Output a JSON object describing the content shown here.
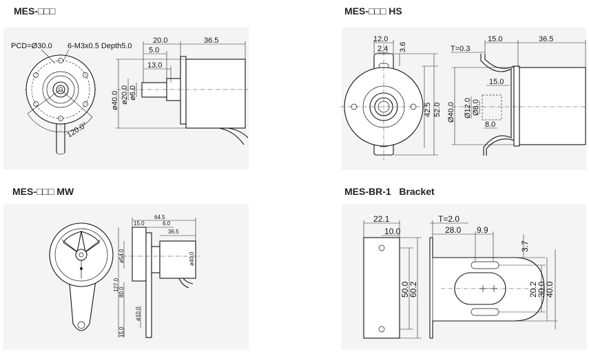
{
  "panels": {
    "mes": {
      "title": "MES-□□□",
      "labels": {
        "pcd": "PCD=Ø30.0",
        "holes": "6-M3x0.5 Depth5.0",
        "d20": "20.0",
        "d365": "36.5",
        "d50": "5.0",
        "d130": "13.0",
        "phi40": "ø40.0",
        "phi20": "ø20.0",
        "phi6": "ø6.0",
        "angle": "120.0°"
      }
    },
    "hs": {
      "title": "MES-□□□ HS",
      "labels": {
        "d120": "12.0",
        "d24": "2.4",
        "d36": "3.6",
        "d425": "42.5",
        "d520": "52.0",
        "t": "T=0.3",
        "d150a": "15.0",
        "d365": "36.5",
        "d150b": "15.0",
        "phi40": "Ø40.0",
        "phi12": "Ø12.0",
        "phi8": "Ø8.0",
        "d80": "8.0"
      }
    },
    "mw": {
      "title": "MES-□□□ MW",
      "labels": {
        "d645": "64.5",
        "d150": "15.0",
        "d60": "6.0",
        "d365": "36.5",
        "phi40": "ø40.0",
        "phi54": "ø54.0",
        "d1270": "127.0",
        "d800": "80.0",
        "phi10": "ø10.0",
        "d150b": "15.0"
      }
    },
    "br": {
      "title": "MES-BR-1   Bracket",
      "labels": {
        "d221": "22.1",
        "d100": "10.0",
        "t": "T=2.0",
        "d280": "28.0",
        "d99": "9.9",
        "d37": "3.7",
        "d500": "50.0",
        "d602": "60.2",
        "d202": "20.2",
        "d300": "30.0",
        "d400": "40.0"
      }
    }
  }
}
